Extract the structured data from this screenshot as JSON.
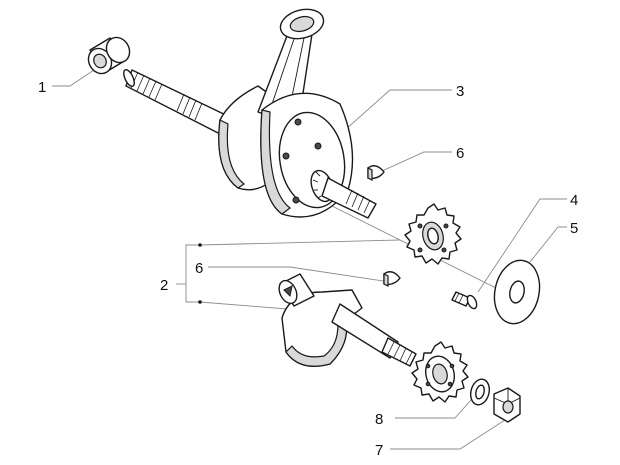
{
  "callouts": {
    "c1": "1",
    "c2": "2",
    "c3": "3",
    "c4": "4",
    "c5": "5",
    "c6a": "6",
    "c6b": "6",
    "c7": "7",
    "c8": "8"
  },
  "colors": {
    "line": "#1a1a1a",
    "leader": "#8c8c8c",
    "shade": "#d9d9d9",
    "background": "#ffffff"
  }
}
